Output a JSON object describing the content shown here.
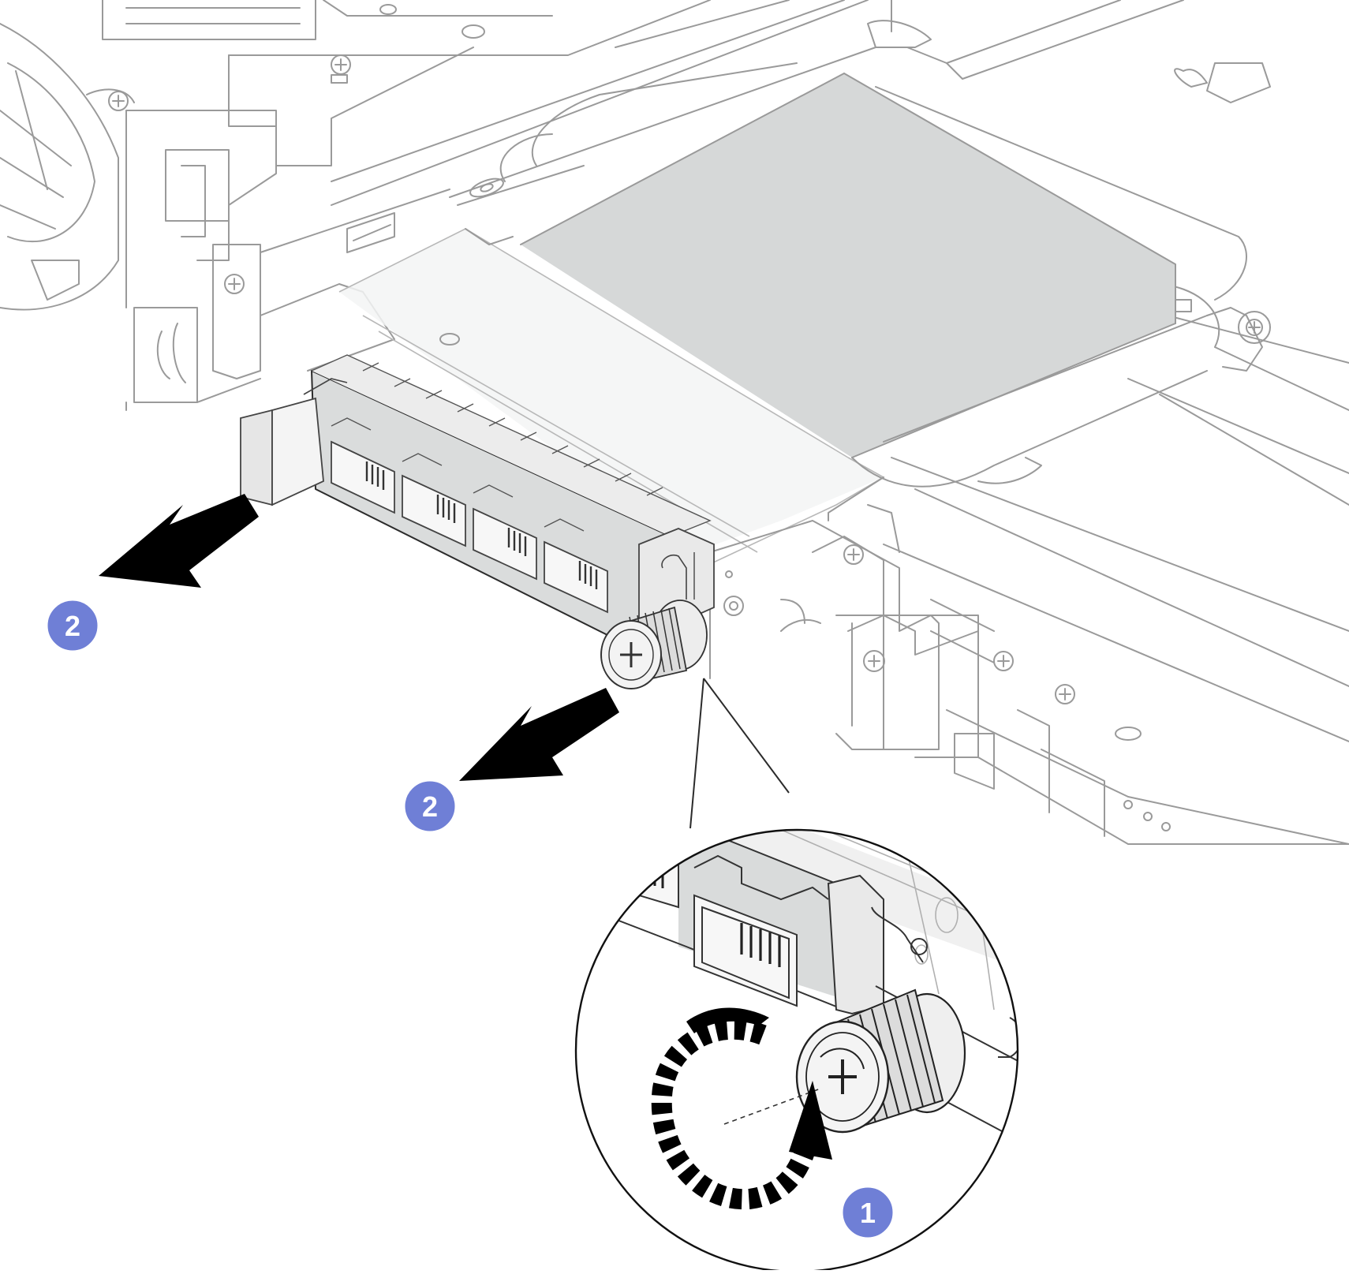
{
  "callouts": [
    {
      "id": "step-2-upper",
      "label": "2"
    },
    {
      "id": "step-2-lower",
      "label": "2"
    },
    {
      "id": "step-1-detail",
      "label": "1"
    }
  ],
  "colors": {
    "callout_fill": "#6f7fd6",
    "callout_stroke": "#ffffff",
    "arrow": "#000000",
    "outline": "#9a9a9a",
    "detail_outline": "#2b2b2b"
  },
  "icons": {
    "arrow": "pull-arrow-icon",
    "rotate": "rotate-counterclockwise-icon",
    "screw": "thumbscrew-icon"
  }
}
